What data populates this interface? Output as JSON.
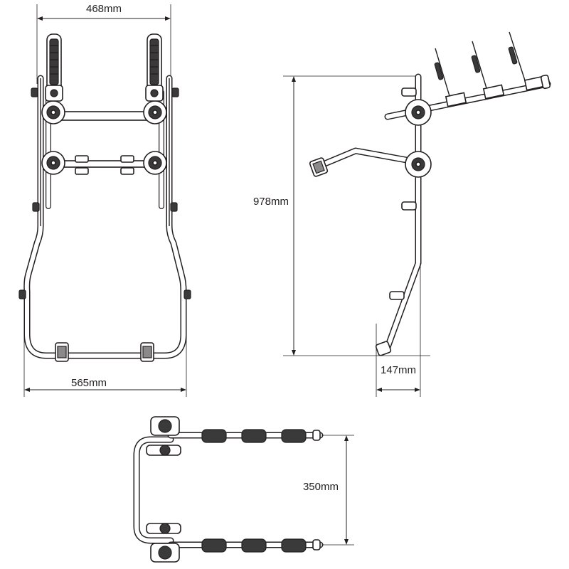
{
  "dimensions": {
    "top_width": "468mm",
    "bottom_width": "565mm",
    "height": "978mm",
    "depth": "147mm",
    "arm_spacing": "350mm"
  },
  "colors": {
    "line": "#231f20",
    "fill": "#ffffff",
    "dark_part": "#3a3a3a"
  },
  "views": [
    "front-view",
    "side-view",
    "top-view"
  ]
}
